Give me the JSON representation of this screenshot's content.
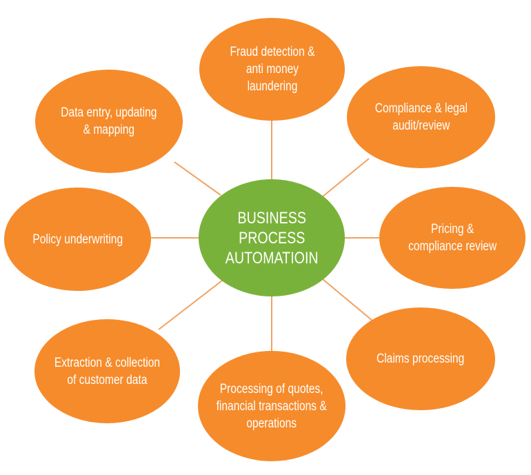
{
  "diagram": {
    "center": {
      "label": "BUSINESS\nPROCESS\nAUTOMATIOIN",
      "color": "#79b23a"
    },
    "nodes": [
      {
        "id": "fraud",
        "label": "Fraud detection &\nanti money\nlaundering"
      },
      {
        "id": "compliance",
        "label": "Compliance & legal\naudit/review"
      },
      {
        "id": "pricing",
        "label": "Pricing &\ncompliance review"
      },
      {
        "id": "claims",
        "label": "Claims processing"
      },
      {
        "id": "quotes",
        "label": "Processing of quotes,\nfinancial transactions &\noperations"
      },
      {
        "id": "extraction",
        "label": "Extraction & collection\nof customer data"
      },
      {
        "id": "policy",
        "label": "Policy underwriting"
      },
      {
        "id": "data-entry",
        "label": "Data entry, updating\n& mapping"
      }
    ],
    "node_color": "#f68b2b",
    "edge_color": "#f0a263",
    "text_color": "#ffffff"
  }
}
